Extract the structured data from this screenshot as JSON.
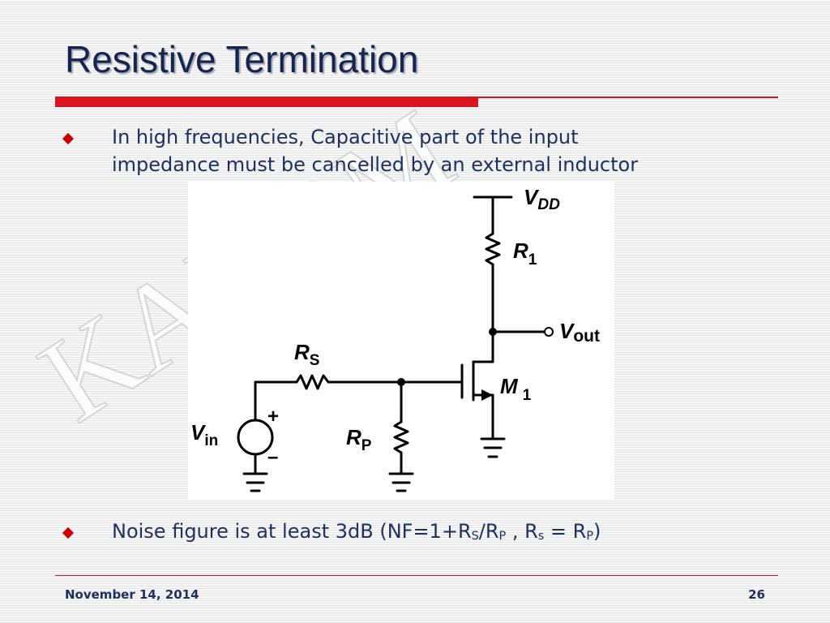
{
  "slide": {
    "title": "Resistive Termination",
    "watermark": "KANOM",
    "bullets": [
      {
        "line1": "In high frequencies, Capacitive part of the input",
        "line2": "impedance must be cancelled by an external inductor"
      },
      {
        "prefix": "Noise figure is at least 3dB (NF=1+R",
        "sub1": "S",
        "mid1": "/R",
        "sub2": "P",
        "mid2": " , R",
        "sub3": "s",
        "mid3": " = R",
        "sub4": "P",
        "suffix": ")"
      }
    ]
  },
  "circuit": {
    "vdd": {
      "main": "V",
      "sub": "DD"
    },
    "r1": {
      "main": "R",
      "sub": "1"
    },
    "vout": {
      "main": "V",
      "sub": "out"
    },
    "rs": {
      "main": "R",
      "sub": "S"
    },
    "m1": {
      "main": "M",
      "sub": "1"
    },
    "vin": {
      "main": "V",
      "sub": "in"
    },
    "rp": {
      "main": "R",
      "sub": "P"
    },
    "plus": "+",
    "minus": "–"
  },
  "footer": {
    "date": "November 14, 2014",
    "page": "26"
  },
  "colors": {
    "title": "#16254f",
    "accent": "#d9141c",
    "text": "#1f2f60"
  }
}
